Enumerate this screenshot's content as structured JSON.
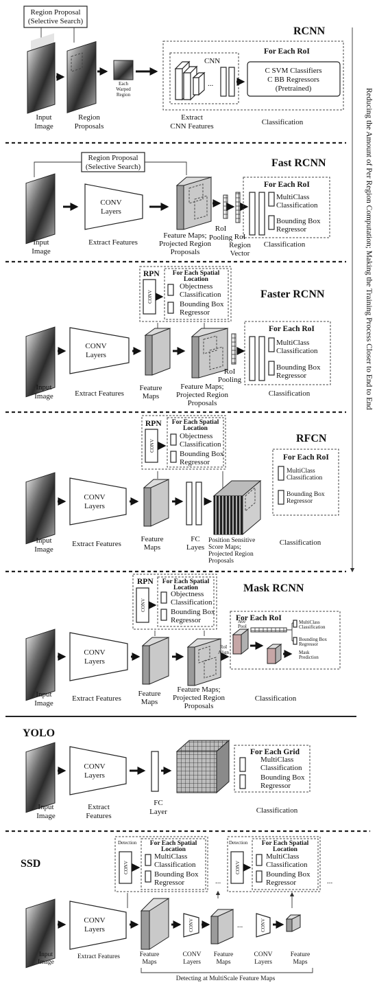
{
  "side_note": "Reducing the Amount of Per Region Computation; Making the Training Process Closer to End to End",
  "rcnn": {
    "title": "RCNN",
    "proposal": "Region Proposal",
    "proposal_method": "(Selective Search)",
    "input": [
      "Input",
      "Image"
    ],
    "proposals": [
      "Region",
      "Proposals"
    ],
    "warped": [
      "Each",
      "Warped",
      "Region"
    ],
    "cnn": "CNN",
    "dots": "...",
    "for_each": "For Each RoI",
    "svm": "C SVM Classifiers",
    "bb": "C BB Regressors",
    "pretrained": "(Pretrained)",
    "extract": [
      "Extract",
      "CNN Features"
    ],
    "classification": "Classification"
  },
  "fast": {
    "title": "Fast RCNN",
    "proposal": "Region Proposal",
    "proposal_method": "(Selective Search)",
    "conv": [
      "CONV",
      "Layers"
    ],
    "extract": "Extract Features",
    "input": [
      "Input",
      "Image"
    ],
    "feature_maps": [
      "Feature Maps;",
      "Projected Region",
      "Proposals"
    ],
    "roi_pool": [
      "RoI",
      "Pooling"
    ],
    "roi_vec": [
      "RoI",
      "Region",
      "Vector"
    ],
    "for_each": "For Each RoI",
    "cls": [
      "MultiClass",
      "Classification"
    ],
    "bb": [
      "Bounding Box",
      "Regressor"
    ],
    "classification": "Classification"
  },
  "faster": {
    "title": "Faster RCNN",
    "rpn": "RPN",
    "conv_small": "CONV",
    "spatial": [
      "For Each Spatial",
      "Location"
    ],
    "obj": [
      "Objectness",
      "Classification"
    ],
    "bb_rpn": [
      "Bounding Box",
      "Regressor"
    ],
    "conv": [
      "CONV",
      "Layers"
    ],
    "input": [
      "Input",
      "Image"
    ],
    "extract": "Extract Features",
    "feature_maps": [
      "Feature",
      "Maps"
    ],
    "fm_proj": [
      "Feature Maps;",
      "Projected Region",
      "Proposals"
    ],
    "roi_pool": [
      "RoI",
      "Pooling"
    ],
    "for_each": "For Each RoI",
    "cls": [
      "MultiClass",
      "Classification"
    ],
    "bb": [
      "Bounding Box",
      "Regressor"
    ],
    "classification": "Classification"
  },
  "rfcn": {
    "title": "RFCN",
    "rpn": "RPN",
    "conv_small": "CONV",
    "spatial": [
      "For Each Spatial",
      "Location"
    ],
    "obj": [
      "Objectness",
      "Classification"
    ],
    "bb_rpn": [
      "Bounding Box",
      "Regressor"
    ],
    "conv": [
      "CONV",
      "Layers"
    ],
    "input": [
      "Input",
      "Image"
    ],
    "extract": "Extract Features",
    "feature_maps": [
      "Feature",
      "Maps"
    ],
    "fc": [
      "FC",
      "Layes"
    ],
    "psm": [
      "Position Sensitive",
      "Score Maps;",
      "Projected Region",
      "Proposals"
    ],
    "for_each": "For Each RoI",
    "cls": [
      "MultiClass",
      "Classification"
    ],
    "bb": [
      "Bounding Box",
      "Regressor"
    ],
    "classification": "Classification"
  },
  "mask": {
    "title": "Mask RCNN",
    "rpn": "RPN",
    "conv_small": "CONV",
    "spatial": [
      "For Each Spatial",
      "Location"
    ],
    "obj": [
      "Objectness",
      "Classification"
    ],
    "bb_rpn": [
      "Bounding Box",
      "Regressor"
    ],
    "conv": [
      "CONV",
      "Layers"
    ],
    "input": [
      "Input",
      "Image"
    ],
    "extract": "Extract Features",
    "feature_maps": [
      "Feature",
      "Maps"
    ],
    "fm_proj": [
      "Feature Maps;",
      "Projected Region",
      "Proposals"
    ],
    "roi_align": [
      "RoI",
      "Align"
    ],
    "for_each": "For Each RoI",
    "avg_pool": [
      "Ave",
      "Pool"
    ],
    "cls": [
      "MultiClass",
      "Classification"
    ],
    "bb": [
      "Bounding Box",
      "Regressor"
    ],
    "mask_pred": [
      "Mask",
      "Prediction"
    ],
    "classification": "Classification"
  },
  "yolo": {
    "title": "YOLO",
    "conv": [
      "CONV",
      "Layers"
    ],
    "input": [
      "Input",
      "Image"
    ],
    "extract": [
      "Extract",
      "Features"
    ],
    "fc": [
      "FC",
      "Layer"
    ],
    "for_each": "For Each Grid",
    "cls": [
      "MultiClass",
      "Classification"
    ],
    "bb": [
      "Bounding Box",
      "Regressor"
    ],
    "classification": "Classification"
  },
  "ssd": {
    "title": "SSD",
    "detection": "Detection",
    "conv_small": "CONV",
    "spatial": [
      "For Each Spatial",
      "Location"
    ],
    "cls": [
      "MultiClass",
      "Classification"
    ],
    "bb": [
      "Bounding Box",
      "Regressor"
    ],
    "dots": "...",
    "conv": [
      "CONV",
      "Layers"
    ],
    "input": [
      "Input",
      "Image"
    ],
    "extract": "Extract Features",
    "feature_maps": [
      "Feature",
      "Maps"
    ],
    "conv_layers": [
      "CONV",
      "Layers"
    ],
    "multiscale": "Detecting at MultiScale Feature Maps"
  }
}
